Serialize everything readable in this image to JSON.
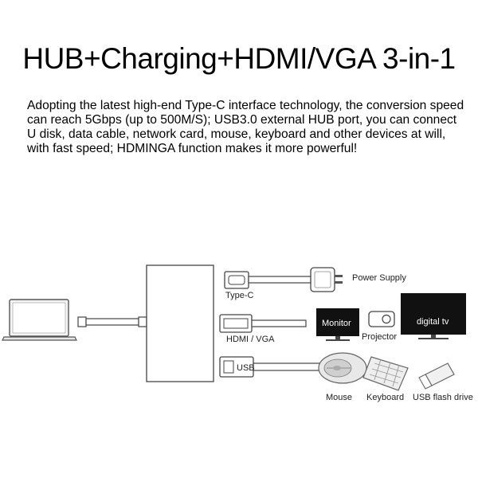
{
  "title": "HUB+Charging+HDMI/VGA 3-in-1",
  "description": "Adopting the latest high-end Type-C interface technology, the conversion speed can reach 5Gbps (up to 500M/S); USB3.0 external HUB port, you can connect U disk, data cable, network card, mouse, keyboard and other devices at will, with fast speed; HDMINGA function makes it more powerful!",
  "diagram": {
    "power_supply": "Power Supply",
    "type_c": "Type-C",
    "monitor": "Monitor",
    "digital_tv": "digital tv",
    "projector": "Projector",
    "hdmi_vga": "HDMI / VGA",
    "usb": "USB",
    "mouse": "Mouse",
    "keyboard": "Keyboard",
    "usb_flash_drive": "USB flash drive"
  },
  "icons": [
    "laptop-icon",
    "power-adapter-icon",
    "monitor-icon",
    "projector-icon",
    "tv-icon",
    "mouse-icon",
    "keyboard-icon",
    "usb-flash-drive-icon"
  ]
}
